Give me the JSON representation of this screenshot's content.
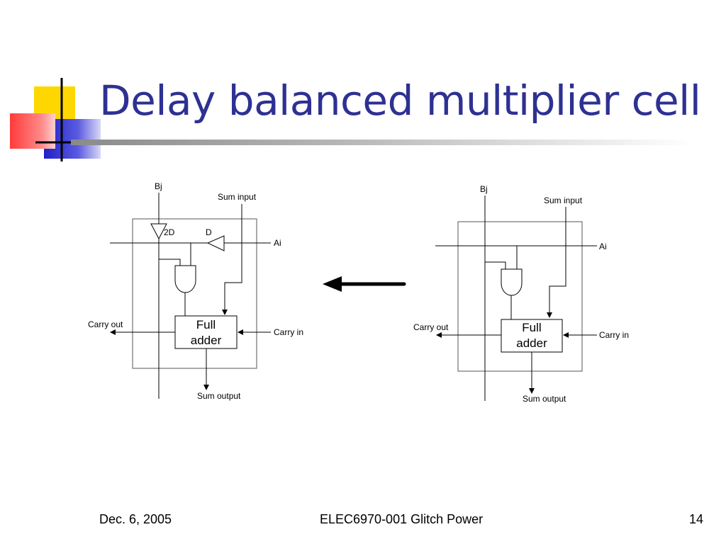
{
  "slide": {
    "title": "Delay balanced multiplier cell"
  },
  "diagram": {
    "left_cell": {
      "input_b": "Bj",
      "input_sum": "Sum input",
      "input_a": "Ai",
      "delay_large": "2D",
      "delay_small": "D",
      "adder_line1": "Full",
      "adder_line2": "adder",
      "carry_out": "Carry out",
      "carry_in": "Carry in",
      "sum_output": "Sum output"
    },
    "right_cell": {
      "input_b": "Bj",
      "input_sum": "Sum input",
      "input_a": "Ai",
      "adder_line1": "Full",
      "adder_line2": "adder",
      "carry_out": "Carry out",
      "carry_in": "Carry in",
      "sum_output": "Sum output"
    }
  },
  "footer": {
    "date": "Dec. 6, 2005",
    "course": "ELEC6970-001 Glitch Power",
    "page_number": "14"
  },
  "colors": {
    "title": "#2e3192",
    "logo_yellow": "#ffd700",
    "logo_red": "#ff4d4d",
    "logo_blue": "#2b2bd6"
  }
}
